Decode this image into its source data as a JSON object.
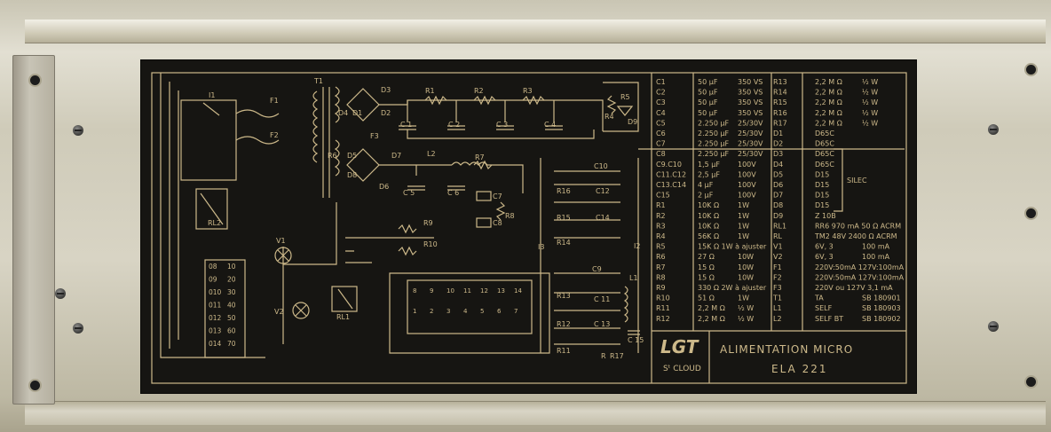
{
  "components_table": {
    "left": [
      {
        "ref": "C1",
        "value": "50 µF",
        "rating": "350 VS"
      },
      {
        "ref": "C2",
        "value": "50 µF",
        "rating": "350 VS"
      },
      {
        "ref": "C3",
        "value": "50 µF",
        "rating": "350 VS"
      },
      {
        "ref": "C4",
        "value": "50 µF",
        "rating": "350 VS"
      },
      {
        "ref": "C5",
        "value": "2.250 µF",
        "rating": "25/30V"
      },
      {
        "ref": "C6",
        "value": "2.250 µF",
        "rating": "25/30V"
      },
      {
        "ref": "C7",
        "value": "2.250 µF",
        "rating": "25/30V"
      },
      {
        "ref": "C8",
        "value": "2.250 µF",
        "rating": "25/30V"
      },
      {
        "ref": "C9.C10",
        "value": "1,5 µF",
        "rating": "100V"
      },
      {
        "ref": "C11.C12",
        "value": "2,5 µF",
        "rating": "100V"
      },
      {
        "ref": "C13.C14",
        "value": "4 µF",
        "rating": "100V"
      },
      {
        "ref": "C15",
        "value": "2 µF",
        "rating": "100V"
      },
      {
        "ref": "R1",
        "value": "10K Ω",
        "rating": "1W"
      },
      {
        "ref": "R2",
        "value": "10K Ω",
        "rating": "1W"
      },
      {
        "ref": "R3",
        "value": "10K Ω",
        "rating": "1W"
      },
      {
        "ref": "R4",
        "value": "56K Ω",
        "rating": "1W"
      },
      {
        "ref": "R5",
        "value": "15K Ω 1W à ajuster",
        "rating": ""
      },
      {
        "ref": "R6",
        "value": "27 Ω",
        "rating": "10W"
      },
      {
        "ref": "R7",
        "value": "15 Ω",
        "rating": "10W"
      },
      {
        "ref": "R8",
        "value": "15 Ω",
        "rating": "10W"
      },
      {
        "ref": "R9",
        "value": "330 Ω 2W à ajuster",
        "rating": ""
      },
      {
        "ref": "R10",
        "value": "51 Ω",
        "rating": "1W"
      },
      {
        "ref": "R11",
        "value": "2,2 M Ω",
        "rating": "½ W"
      },
      {
        "ref": "R12",
        "value": "2,2 M Ω",
        "rating": "½ W"
      }
    ],
    "right": [
      {
        "ref": "R13",
        "value": "2,2 M Ω",
        "rating": "½ W"
      },
      {
        "ref": "R14",
        "value": "2,2 M Ω",
        "rating": "½ W"
      },
      {
        "ref": "R15",
        "value": "2,2 M Ω",
        "rating": "½ W"
      },
      {
        "ref": "R16",
        "value": "2,2 M Ω",
        "rating": "½ W"
      },
      {
        "ref": "R17",
        "value": "2,2 M Ω",
        "rating": "½ W"
      },
      {
        "ref": "D1",
        "value": "D65C",
        "rating": ""
      },
      {
        "ref": "D2",
        "value": "D65C",
        "rating": ""
      },
      {
        "ref": "D3",
        "value": "D65C",
        "rating": ""
      },
      {
        "ref": "D4",
        "value": "D65C",
        "rating": ""
      },
      {
        "ref": "D5",
        "value": "D15",
        "rating": ""
      },
      {
        "ref": "D6",
        "value": "D15",
        "rating": ""
      },
      {
        "ref": "D7",
        "value": "D15",
        "rating": ""
      },
      {
        "ref": "D8",
        "value": "D15",
        "rating": ""
      },
      {
        "ref": "D9",
        "value": "Z 10B",
        "rating": ""
      },
      {
        "ref": "RL1",
        "value": "RR6 970 mA 50 Ω ACRM",
        "rating": ""
      },
      {
        "ref": "RL",
        "value": "TM2 48V 2400 Ω ACRM",
        "rating": ""
      },
      {
        "ref": "V1",
        "value": "6V, 3",
        "rating": "100 mA"
      },
      {
        "ref": "V2",
        "value": "6V, 3",
        "rating": "100 mA"
      },
      {
        "ref": "F1",
        "value": "220V:50mA 127V:100mA",
        "rating": ""
      },
      {
        "ref": "F2",
        "value": "220V:50mA 127V:100mA",
        "rating": ""
      },
      {
        "ref": "F3",
        "value": "220V ou 127V 3,1 mA",
        "rating": ""
      },
      {
        "ref": "T1",
        "value": "TA",
        "rating": "SB 180901"
      },
      {
        "ref": "L1",
        "value": "SELF",
        "rating": "SB 180903"
      },
      {
        "ref": "L2",
        "value": "SELF BT",
        "rating": "SB 180902"
      }
    ],
    "diode_group_label": "SILEC"
  },
  "title_block": {
    "logo": "LGT",
    "location": "Sᵗ CLOUD",
    "title": "ALIMENTATION MICRO",
    "model": "ELA 221"
  },
  "labels": {
    "I1": "I1",
    "I2": "I2",
    "I3": "I3",
    "F1": "F1",
    "F2": "F2",
    "F3": "F3",
    "T1": "T1",
    "L1": "L1",
    "L2": "L2",
    "V1": "V1",
    "V2": "V2",
    "RL1": "RL1",
    "RL2": "RL2",
    "R1": "R1",
    "R2": "R2",
    "R3": "R3",
    "R4": "R4",
    "R5": "R5",
    "R6": "R6",
    "R7": "R7",
    "R8": "R8",
    "R9": "R9",
    "R10": "R10",
    "R11": "R11",
    "R12": "R12",
    "R13": "R13",
    "R14": "R14",
    "R15": "R15",
    "R16": "R16",
    "R17": "R17",
    "C1": "C 1",
    "C2": "C 2",
    "C3": "C 3",
    "C4": "C 4",
    "C5": "C 5",
    "C6": "C 6",
    "C7": "C7",
    "C8": "C8",
    "C9": "C9",
    "C10": "C10",
    "C11": "C 11",
    "C12": "C12",
    "C13": "C 13",
    "C14": "C14",
    "C15": "C 15",
    "D1": "D1",
    "D2": "D2",
    "D3": "D3",
    "D4": "D4",
    "D5": "D5",
    "D6": "D6",
    "D7": "D7",
    "D8": "D8",
    "D9": "D9",
    "R": "R"
  },
  "connector": {
    "top_pins": [
      "8",
      "9",
      "10",
      "11",
      "12",
      "13",
      "14"
    ],
    "bottom_pins": [
      "1",
      "2",
      "3",
      "4",
      "5",
      "6",
      "7"
    ]
  },
  "terminal_block": [
    {
      "a": "08",
      "b": "10"
    },
    {
      "a": "09",
      "b": "20"
    },
    {
      "a": "010",
      "b": "30"
    },
    {
      "a": "011",
      "b": "40"
    },
    {
      "a": "012",
      "b": "50"
    },
    {
      "a": "013",
      "b": "60"
    },
    {
      "a": "014",
      "b": "70"
    }
  ],
  "colors": {
    "panel": "#161512",
    "ink": "#cdb98a",
    "chassis": "#d2cebd"
  }
}
